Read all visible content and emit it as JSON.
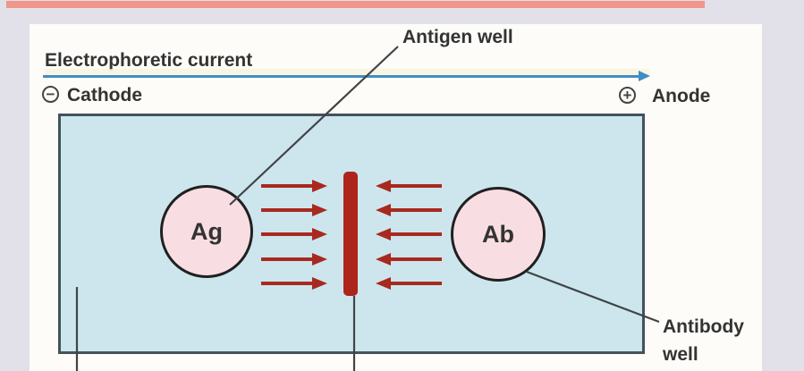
{
  "figure": {
    "current_label": "Electrophoretic current",
    "cathode": {
      "sign": "−",
      "label": "Cathode"
    },
    "anode": {
      "sign": "+",
      "label": "Anode"
    },
    "antigen_well_label": "Antigen well",
    "antibody_well_label_line1": "Antibody",
    "antibody_well_label_line2": "well",
    "wells": {
      "antigen": "Ag",
      "antibody": "Ab"
    }
  },
  "icons": {
    "minus_circle": "cathode negative terminal icon",
    "plus_circle": "anode positive terminal icon",
    "blue_right_arrow": "direction of electrophoretic current",
    "red_arrows": "migration of Ag and Ab toward precipitin line, 5 arrows per side"
  },
  "colors": {
    "page_background": "#e2e1e9",
    "panel_background": "#fdfcf8",
    "top_border_pink": "#f0968d",
    "gel_fill": "#cde6ee",
    "gel_border": "#44525a",
    "well_fill": "#f8dee2",
    "well_border": "#202020",
    "migration_arrow_red": "#a8291f",
    "precipitin_red": "#ad241c",
    "current_arrow_blue": "#3e8ec4",
    "text": "#333333"
  }
}
